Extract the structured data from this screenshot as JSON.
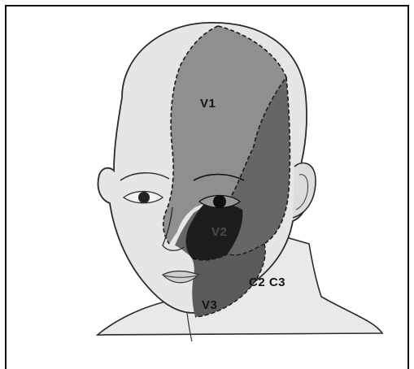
{
  "labels": {
    "v1": "V1",
    "v2": "V2",
    "v3": "V3",
    "c2c3": "C2 C3"
  },
  "colors": {
    "background": "#ffffff",
    "skin": "#e6e6e6",
    "v1_region": "#8f8f8f",
    "v2_region": "#666666",
    "v3_region": "#5a5a5a",
    "v2_core": "#1d1d1d",
    "outline": "#2a2a2a"
  }
}
